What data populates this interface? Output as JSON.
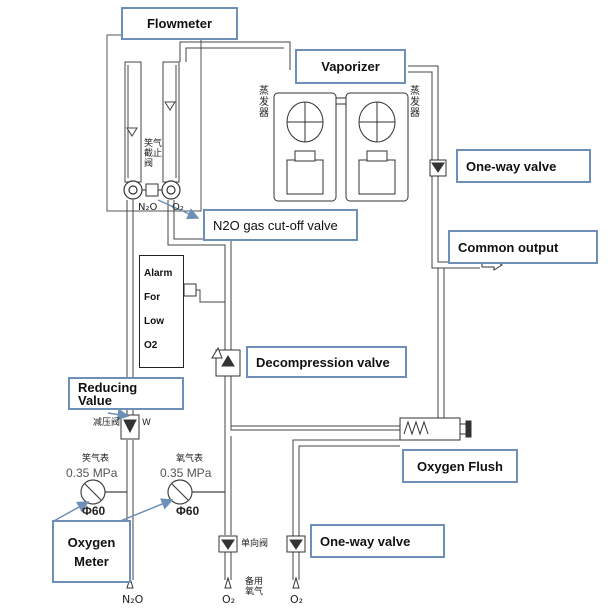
{
  "callouts": {
    "flowmeter": "Flowmeter",
    "vaporizer": "Vaporizer",
    "one_way_valve_top": "One-way valve",
    "n2o_cutoff": "N2O gas cut-off valve",
    "common_output": "Common output",
    "decompression": "Decompression valve",
    "reducing": "Reducing Value",
    "oxygen_flush": "Oxygen Flush",
    "oxygen_meter_line1": "Oxygen",
    "oxygen_meter_line2": "Meter",
    "one_way_valve_bottom": "One-way valve"
  },
  "alarm": [
    "Alarm",
    "For",
    "Low",
    "O2"
  ],
  "chinese": {
    "n2o_cutoff_valve": [
      "笑气",
      "截止",
      "阀"
    ],
    "vaporizer_left": [
      "蒸",
      "发",
      "器"
    ],
    "vaporizer_right": [
      "蒸",
      "发",
      "器"
    ],
    "reducing_valve": "减压阀",
    "n2o_gauge": "笑气表",
    "o2_gauge": "氧气表",
    "check_valve": "单向阀",
    "backup_o2": [
      "备用",
      "氧气"
    ]
  },
  "labels": {
    "n2o_flowmeter": "N₂O",
    "o2_flowmeter": "O₂",
    "pressure_left": "0.35 MPa",
    "pressure_right": "0.35 MPa",
    "diameter_left": "Φ60",
    "diameter_right": "Φ60",
    "inlet_n2o": "N₂O",
    "inlet_o2_backup": "O₂",
    "inlet_o2": "O₂",
    "w_mark": "W"
  },
  "colors": {
    "callout_border": "#6e8fb8",
    "pipe": "#444444",
    "arrow": "#6e8fb8"
  }
}
